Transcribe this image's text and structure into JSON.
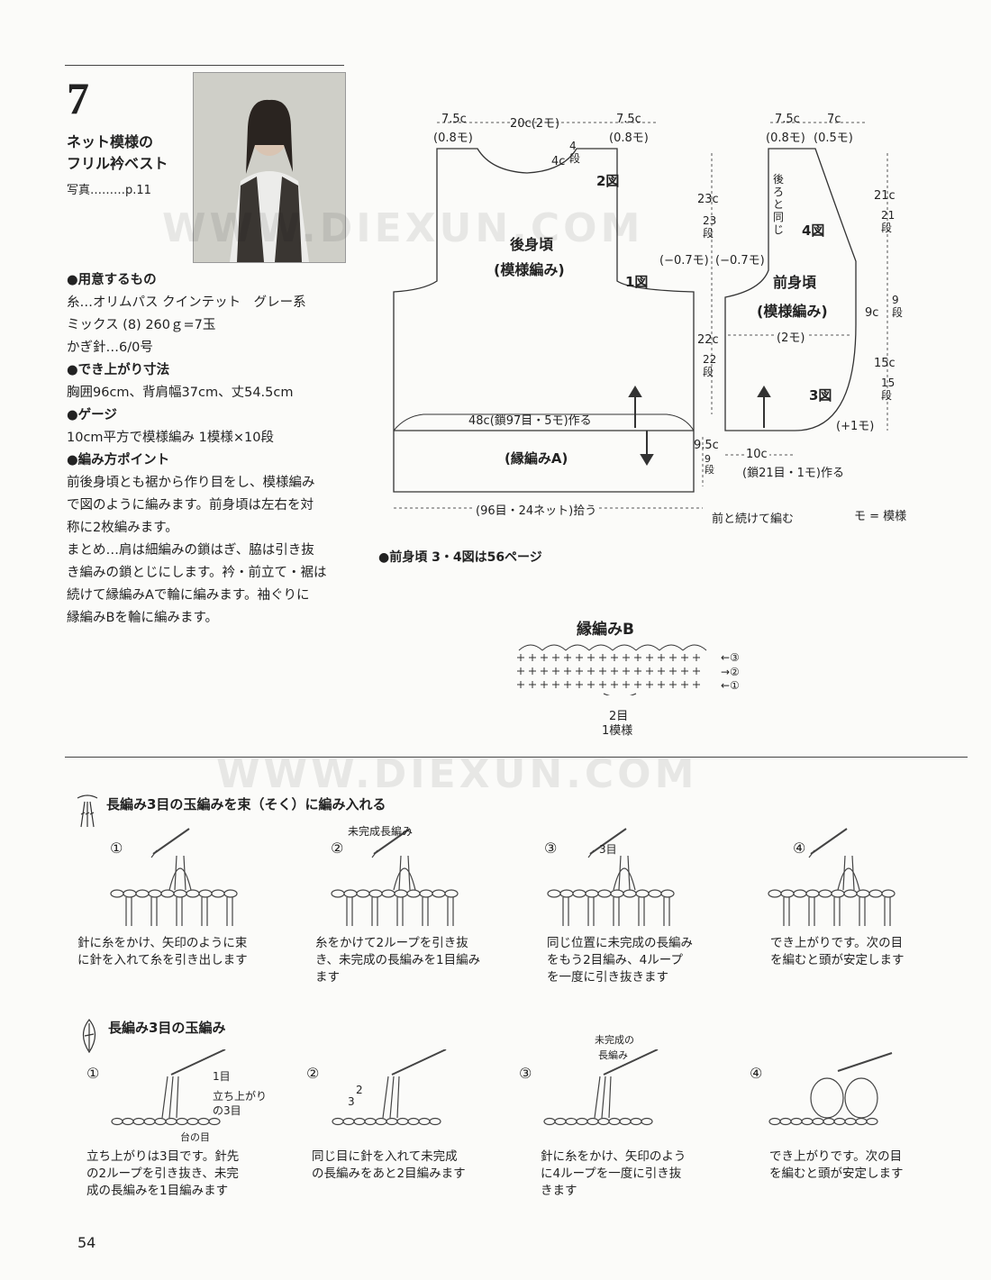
{
  "header": {
    "pattern_number": "7",
    "title_line1": "ネット模様の",
    "title_line2": "フリル衿ベスト",
    "photo_ref": "写真………p.11"
  },
  "materials": {
    "h_supplies": "●用意するもの",
    "yarn_line1": "糸…オリムパス クインテット　グレー系",
    "yarn_line2": "ミックス (8) 260ｇ=7玉",
    "hook": "かぎ針…6/0号",
    "h_size": "●でき上がり寸法",
    "size": "胸囲96cm、背肩幅37cm、丈54.5cm",
    "h_gauge": "●ゲージ",
    "gauge": "10cm平方で模様編み 1模様×10段",
    "h_points": "●編み方ポイント",
    "points_1": "前後身頃とも裾から作り目をし、模様編み",
    "points_2": "で図のように編みます。前身頃は左右を対",
    "points_3": "称に2枚編みます。",
    "finish_1": "まとめ…肩は細編みの鎖はぎ、脇は引き抜",
    "finish_2": "き編みの鎖とじにします。衿・前立て・裾は",
    "finish_3": "続けて縁編みAで輪に編みます。袖ぐりに",
    "finish_4": "縁編みBを輪に編みます。"
  },
  "back": {
    "top_left": "7.5c",
    "top_left_sub": "(0.8モ)",
    "top_mid": "20c(2モ)",
    "top_right": "7.5c",
    "top_right_sub": "(0.8モ)",
    "neck_depth": "4c",
    "neck_rows": "4段",
    "fig2": "2図",
    "fig1": "1図",
    "title": "後身頃",
    "subtitle": "(模様編み)",
    "h_upper": "23c",
    "h_upper_rows": "23段",
    "h_lower": "22c",
    "h_lower_rows": "22段",
    "armhole_left": "(−0.7モ)",
    "armhole_right": "(−0.7モ)",
    "cast_on": "48c(鎖97目・5モ)作る",
    "border": "(縁編みA)",
    "border_h": "9.5c",
    "border_rows": "9段",
    "pickup": "(96目・24ネット)拾う"
  },
  "front": {
    "top_left": "7.5c",
    "top_left_sub": "(0.8モ)",
    "top_right": "7c",
    "top_right_sub": "(0.5モ)",
    "same_as_back": "後ろと同じ",
    "fig4": "4図",
    "fig3": "3図",
    "title": "前身頃",
    "subtitle": "(模様編み)",
    "mid_width": "(2モ)",
    "h1": "21c",
    "h1_rows": "21段",
    "h2": "9c",
    "h2_rows": "9段",
    "h3": "15c",
    "h3_rows": "15段",
    "plus": "(+1モ)",
    "bottom": "10c",
    "bottom_sub": "(鎖21目・1モ)作る",
    "continue": "前と続けて編む",
    "legend": "モ = 模様"
  },
  "note_page56": "●前身頃 3・4図は56ページ",
  "edging_b": {
    "title": "縁編みB",
    "row3": "←③",
    "row2": "→②",
    "row1": "←①",
    "stitch_count": "2目",
    "repeat": "1模様"
  },
  "technique1": {
    "title": "長編み3目の玉編みを束（そく）に編み入れる",
    "step1_num": "①",
    "step1_cap1": "針に糸をかけ、矢印のように束",
    "step1_cap2": "に針を入れて糸を引き出します",
    "step2_num": "②",
    "step2_label": "未完成長編み",
    "step2_cap1": "糸をかけて2ループを引き抜",
    "step2_cap2": "き、未完成の長編みを1目編み",
    "step2_cap3": "ます",
    "step3_num": "③",
    "step3_label": "3目",
    "step3_cap1": "同じ位置に未完成の長編み",
    "step3_cap2": "をもう2目編み、4ループ",
    "step3_cap3": "を一度に引き抜きます",
    "step4_num": "④",
    "step4_cap1": "でき上がりです。次の目",
    "step4_cap2": "を編むと頭が安定します"
  },
  "technique2": {
    "title": "長編み3目の玉編み",
    "step1_num": "①",
    "step1_l1": "1目",
    "step1_l2": "立ち上がり",
    "step1_l3": "の3目",
    "step1_l4": "台の目",
    "step1_cap1": "立ち上がりは3目です。針先",
    "step1_cap2": "の2ループを引き抜き、未完",
    "step1_cap3": "成の長編みを1目編みます",
    "step2_num": "②",
    "step2_l1": "2",
    "step2_l2": "3",
    "step2_cap1": "同じ目に針を入れて未完成",
    "step2_cap2": "の長編みをあと2目編みます",
    "step3_num": "③",
    "step3_l1": "未完成の",
    "step3_l2": "長編み",
    "step3_cap1": "針に糸をかけ、矢印のよう",
    "step3_cap2": "に4ループを一度に引き抜",
    "step3_cap3": "きます",
    "step4_num": "④",
    "step4_cap1": "でき上がりです。次の目",
    "step4_cap2": "を編むと頭が安定します"
  },
  "watermark_1": "WWW.DIEXUN.COM",
  "watermark_2": "WWW.DIEXUN.COM",
  "page_number": "54"
}
